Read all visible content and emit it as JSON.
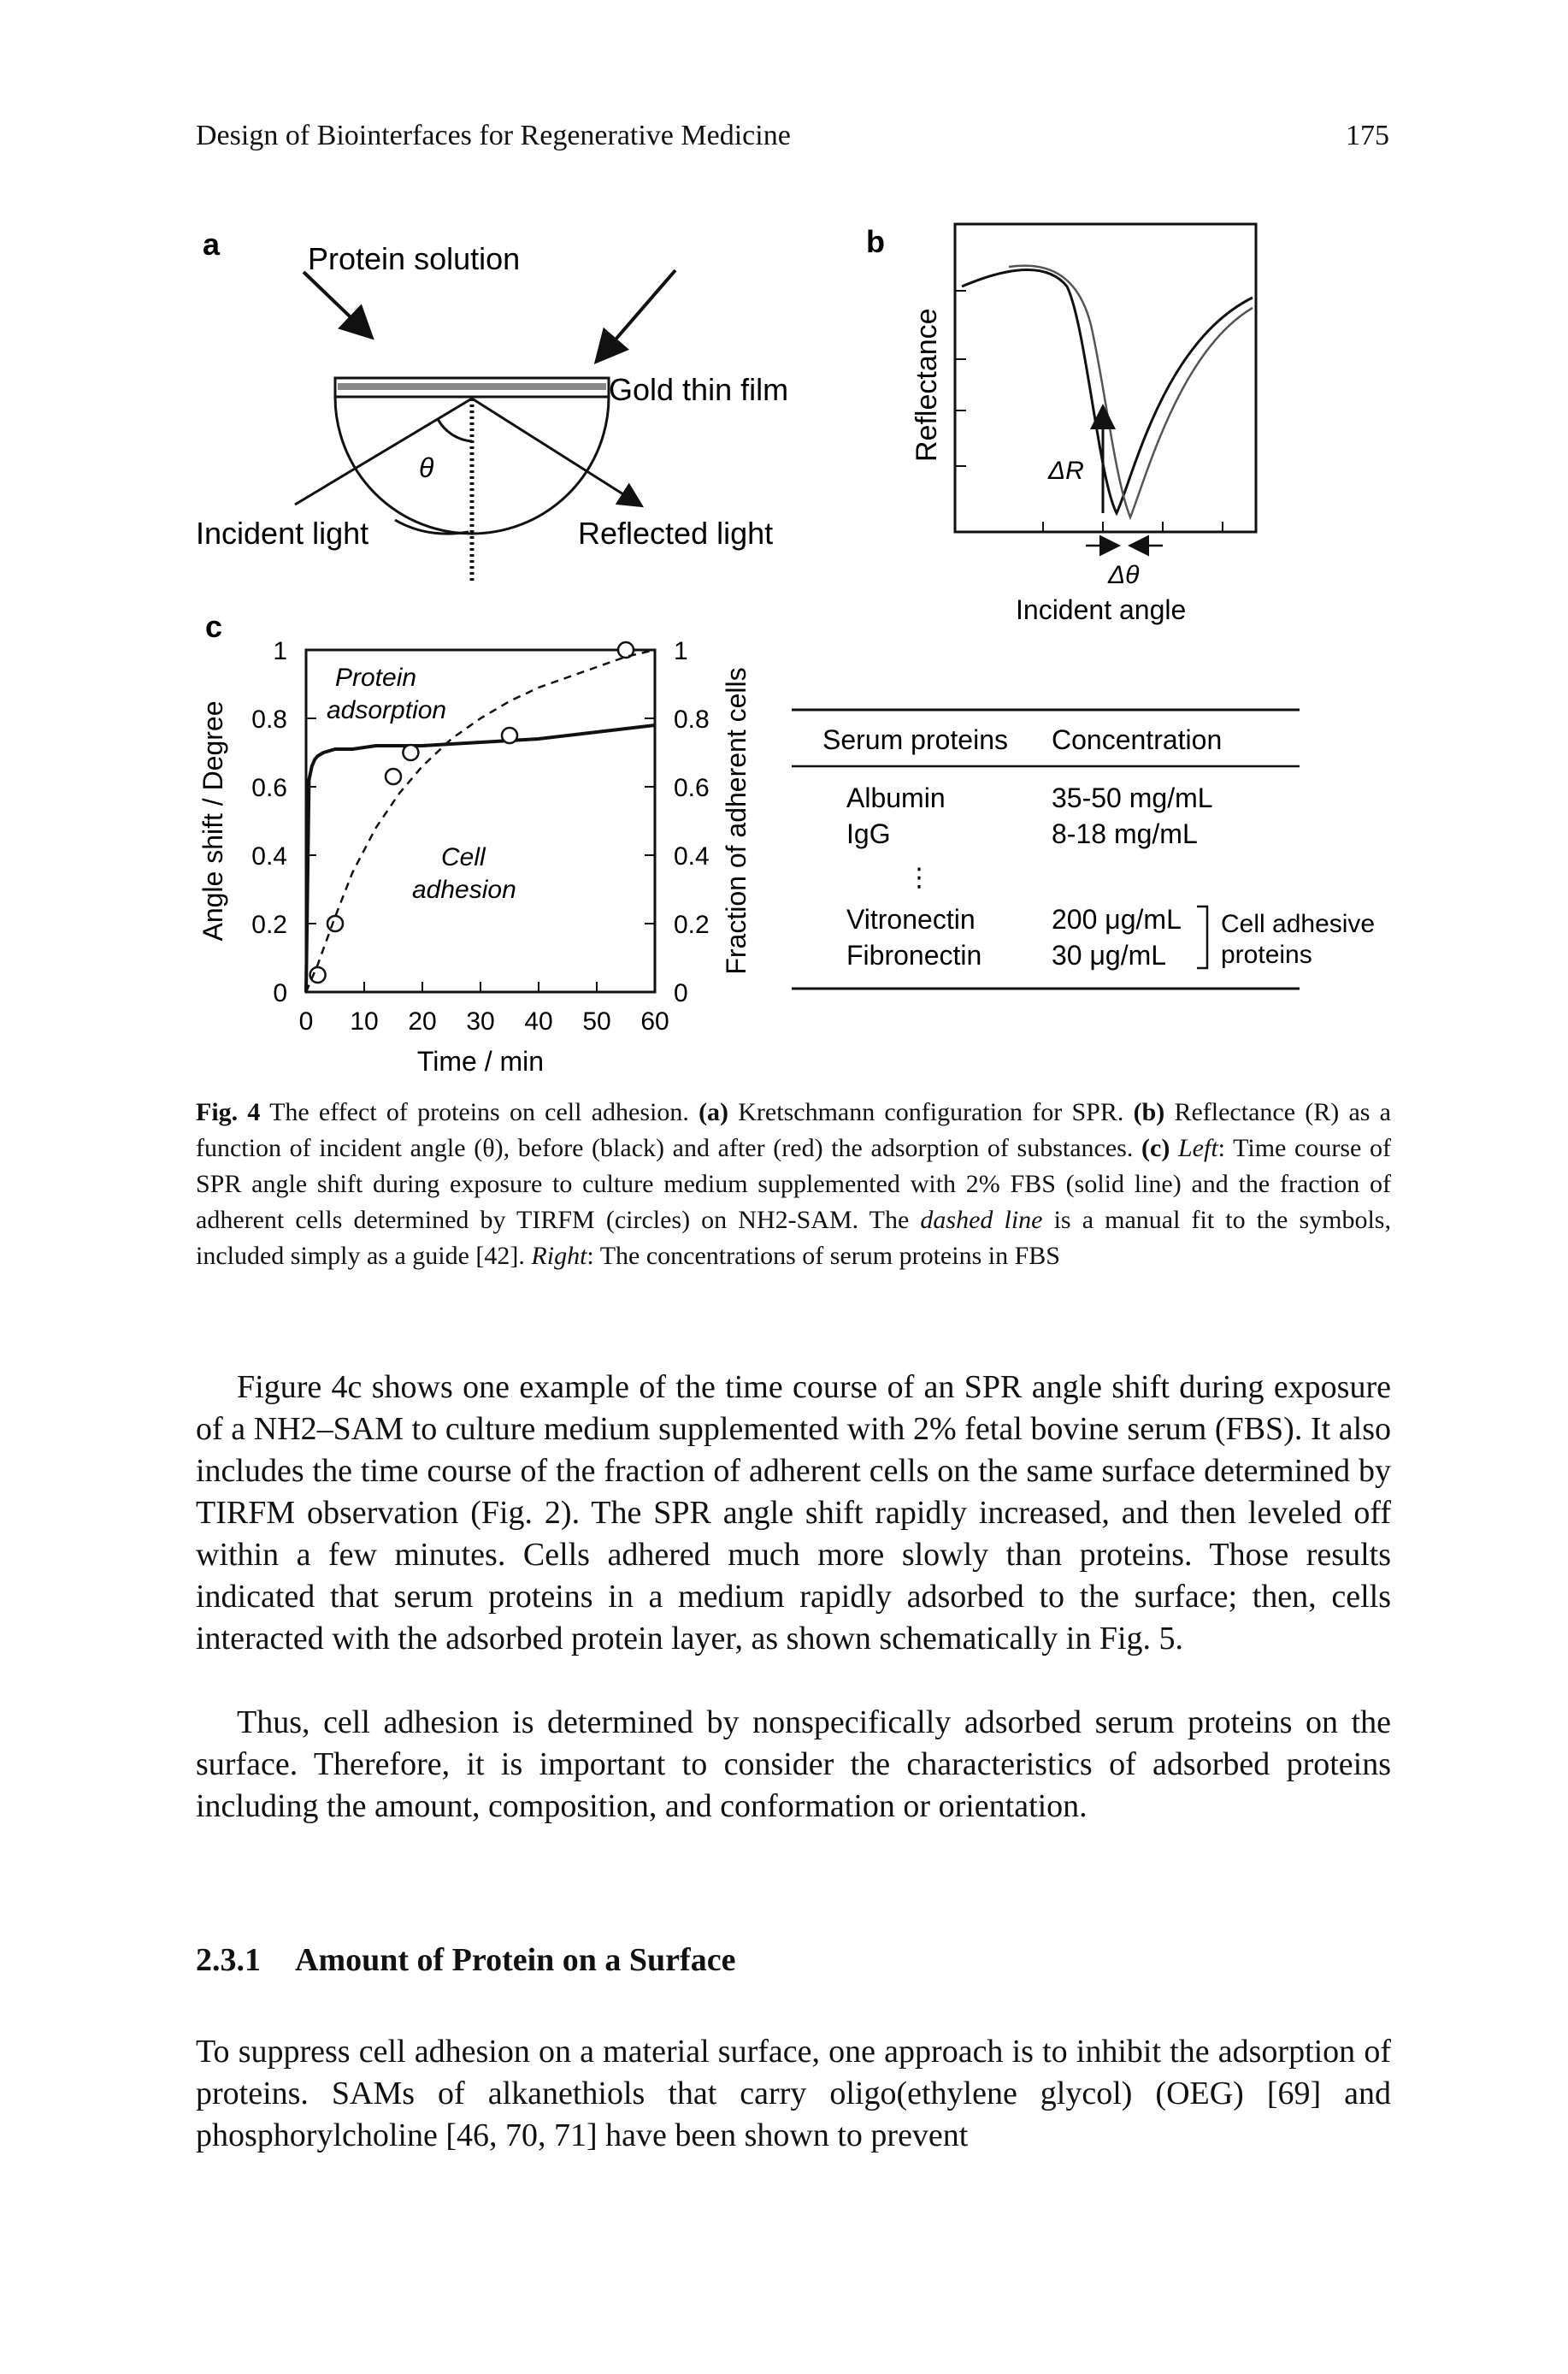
{
  "header": {
    "running_title": "Design of Biointerfaces for Regenerative Medicine",
    "page_number": "175"
  },
  "figure": {
    "panel_a": {
      "label": "a",
      "protein_solution": "Protein solution",
      "gold_film": "Gold thin film",
      "theta": "θ",
      "incident": "Incident light",
      "reflected": "Reflected light"
    },
    "panel_b": {
      "label": "b",
      "ylabel": "Reflectance",
      "delta_r": "ΔR",
      "delta_theta": "Δθ",
      "xlabel": "Incident angle"
    },
    "panel_c": {
      "label": "c",
      "protein_label_1": "Protein",
      "protein_label_2": "adsorption",
      "cell_label_1": "Cell",
      "cell_label_2": "adhesion"
    },
    "table": {
      "col1": "Serum proteins",
      "col2": "Concentration",
      "rows": [
        {
          "protein": "Albumin",
          "conc": "35-50 mg/mL"
        },
        {
          "protein": "IgG",
          "conc": "8-18 mg/mL"
        },
        {
          "protein": "Vitronectin",
          "conc": "200 μg/mL"
        },
        {
          "protein": "Fibronectin",
          "conc": "30 μg/mL"
        }
      ],
      "dots": "⋮",
      "bracket_label_1": "Cell adhesive",
      "bracket_label_2": "proteins"
    }
  },
  "chart_data": {
    "type": "line",
    "xlabel": "Time / min",
    "ylabel": "Angle shift / Degree",
    "y2label": "Fraction of adherent cells",
    "xlim": [
      0,
      60
    ],
    "ylim": [
      0,
      1
    ],
    "y2lim": [
      0,
      1
    ],
    "xticks": [
      "0",
      "10",
      "20",
      "30",
      "40",
      "50",
      "60"
    ],
    "yticks": [
      "0",
      "0.2",
      "0.4",
      "0.6",
      "0.8",
      "1"
    ],
    "y2ticks": [
      "0",
      "0.2",
      "0.4",
      "0.6",
      "0.8",
      "1"
    ],
    "series": [
      {
        "style": "solid line",
        "x": [
          0,
          0.5,
          1,
          1.5,
          2,
          3,
          5,
          8,
          12,
          20,
          30,
          40,
          50,
          60
        ],
        "y": [
          0,
          0.62,
          0.66,
          0.68,
          0.69,
          0.7,
          0.71,
          0.71,
          0.72,
          0.72,
          0.73,
          0.74,
          0.76,
          0.78
        ]
      },
      {
        "style": "circles",
        "x": [
          2,
          5,
          15,
          18,
          35,
          55
        ],
        "y": [
          0.05,
          0.2,
          0.63,
          0.7,
          0.75,
          1.0
        ]
      },
      {
        "style": "dashed line",
        "x": [
          0,
          2,
          5,
          8,
          12,
          16,
          20,
          25,
          30,
          35,
          40,
          45,
          50,
          55,
          60
        ],
        "y": [
          0,
          0.08,
          0.22,
          0.35,
          0.48,
          0.58,
          0.66,
          0.74,
          0.8,
          0.85,
          0.89,
          0.92,
          0.95,
          0.98,
          1.0
        ]
      }
    ]
  },
  "caption": {
    "label": "Fig. 4",
    "text_1": " The effect of proteins on cell adhesion. ",
    "a_tag": "(a)",
    "text_2": " Kretschmann configuration for SPR. ",
    "b_tag": "(b)",
    "text_3": " Reflectance (R) as a function of incident angle (θ), before (black) and after (red) the adsorption of substances. ",
    "c_tag": "(c)",
    "left_tag": "Left",
    "text_4": ": Time course of SPR angle shift during exposure to culture medium supplemented with 2% FBS (solid line) and the fraction of adherent cells determined by TIRFM (circles) on NH2-SAM. The ",
    "dashed": "dashed line",
    "text_5": " is a manual fit to the symbols, included simply as a guide [42]. ",
    "right_tag": "Right",
    "text_6": ": The concentrations of serum proteins in FBS"
  },
  "body": {
    "para1": "Figure 4c shows one example of the time course of an SPR angle shift during exposure of a NH2–SAM to culture medium supplemented with 2% fetal bovine serum (FBS). It also includes the time course of the fraction of adherent cells on the same surface determined by TIRFM observation (Fig. 2). The SPR angle shift rapidly increased, and then leveled off within a few minutes. Cells adhered much more slowly than proteins. Those results indicated that serum proteins in a medium rapidly adsorbed to the surface; then, cells interacted with the adsorbed protein layer, as shown schematically in Fig. 5.",
    "para2": "Thus, cell adhesion is determined by nonspecifically adsorbed serum proteins on the surface. Therefore, it is important to consider the characteristics of adsorbed proteins including the amount, composition, and conformation or orientation.",
    "section_number": "2.3.1",
    "section_title": "Amount of Protein on a Surface",
    "para3": "To suppress cell adhesion on a material surface, one approach is to inhibit the adsorption of proteins. SAMs of alkanethiols that carry oligo(ethylene glycol) (OEG) [69] and phosphorylcholine [46, 70, 71] have been shown to prevent"
  }
}
